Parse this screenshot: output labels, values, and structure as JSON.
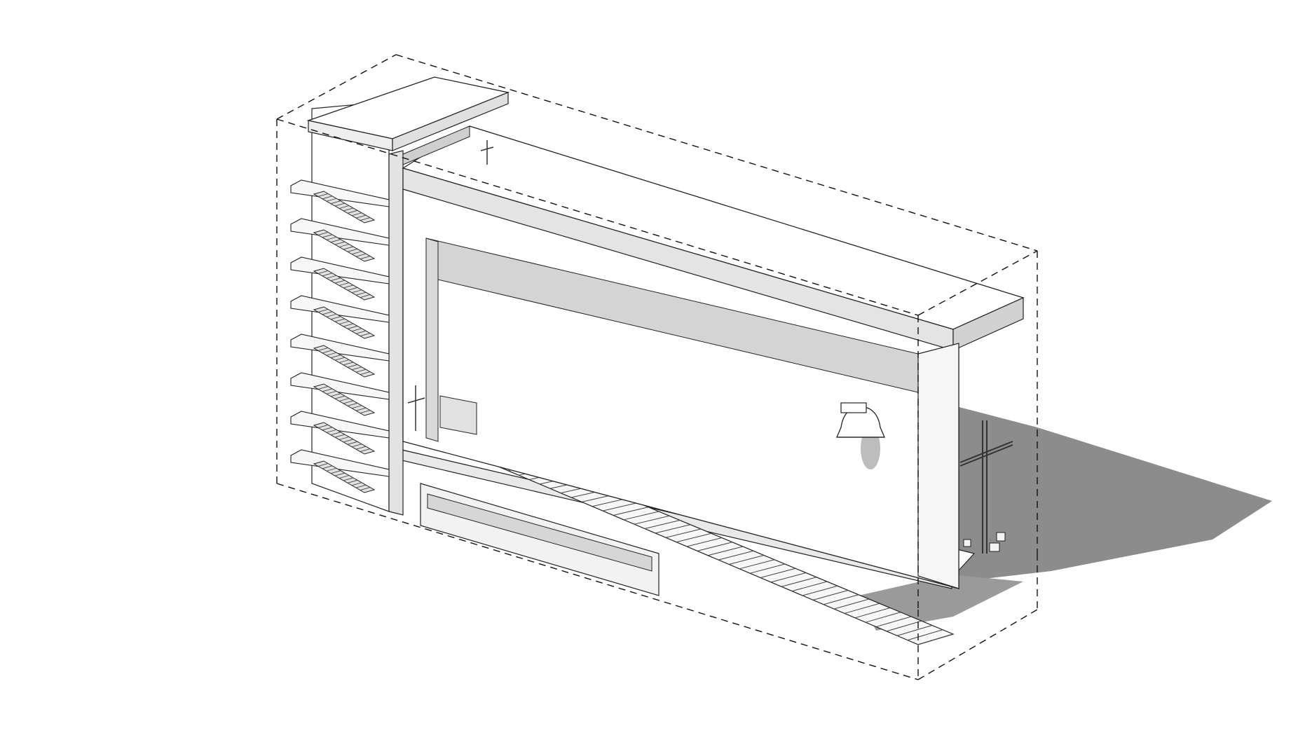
{
  "drawing": {
    "type": "axonometric-section",
    "text_labels": [],
    "colors": {
      "background": "#ffffff",
      "surface_light": "#ffffff",
      "surface_mid": "#e9e9e9",
      "surface_dark": "#cfcfcf",
      "shadow": "#8c8c8c",
      "line": "#222222",
      "dashed_outline": "#111111"
    },
    "elements": [
      "stair-tower",
      "tower-roof-slab",
      "cantilever-roof",
      "nave-wall",
      "floor-slab",
      "long-stair-ramp",
      "bell-icon",
      "altar-cross-icon",
      "tower-cross-icon",
      "small-cross-icon",
      "dashed-bounding-box",
      "cast-shadow"
    ]
  }
}
